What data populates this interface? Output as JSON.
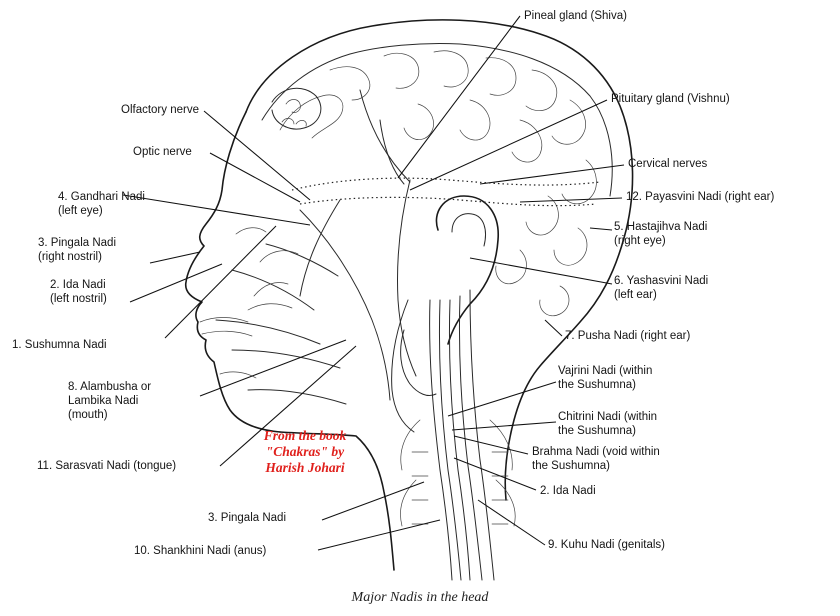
{
  "labels": {
    "pineal": "Pineal gland (Shiva)",
    "pituitary": "Pituitary gland (Vishnu)",
    "olfactory": "Olfactory nerve",
    "optic": "Optic nerve",
    "cervical": "Cervical nerves",
    "gandhari": "4. Gandhari Nadi\n(left eye)",
    "payasvini": "12. Payasvini Nadi (right ear)",
    "pingala_nostril": "3. Pingala Nadi\n(right nostril)",
    "hastajihva": "5. Hastajihva Nadi\n(right eye)",
    "ida_nostril": "2. Ida Nadi\n(left nostril)",
    "yashasvini": "6. Yashasvini Nadi\n(left ear)",
    "sushumna": "1. Sushumna Nadi",
    "pusha": "7. Pusha Nadi (right ear)",
    "vajrini": "Vajrini Nadi (within\nthe Sushumna)",
    "alambusha": "8. Alambusha or\nLambika Nadi\n(mouth)",
    "chitrini": "Chitrini Nadi (within\nthe Sushumna)",
    "sarasvati": "11. Sarasvati Nadi (tongue)",
    "brahma": "Brahma Nadi (void within\nthe Sushumna)",
    "ida": "2. Ida Nadi",
    "pingala": "3. Pingala Nadi",
    "kuhu": "9. Kuhu Nadi (genitals)",
    "shankhini": "10. Shankhini Nadi (anus)"
  },
  "watermark": "From the book\n\"Chakras\" by\nHarish Johari",
  "caption": "Major Nadis in the head"
}
